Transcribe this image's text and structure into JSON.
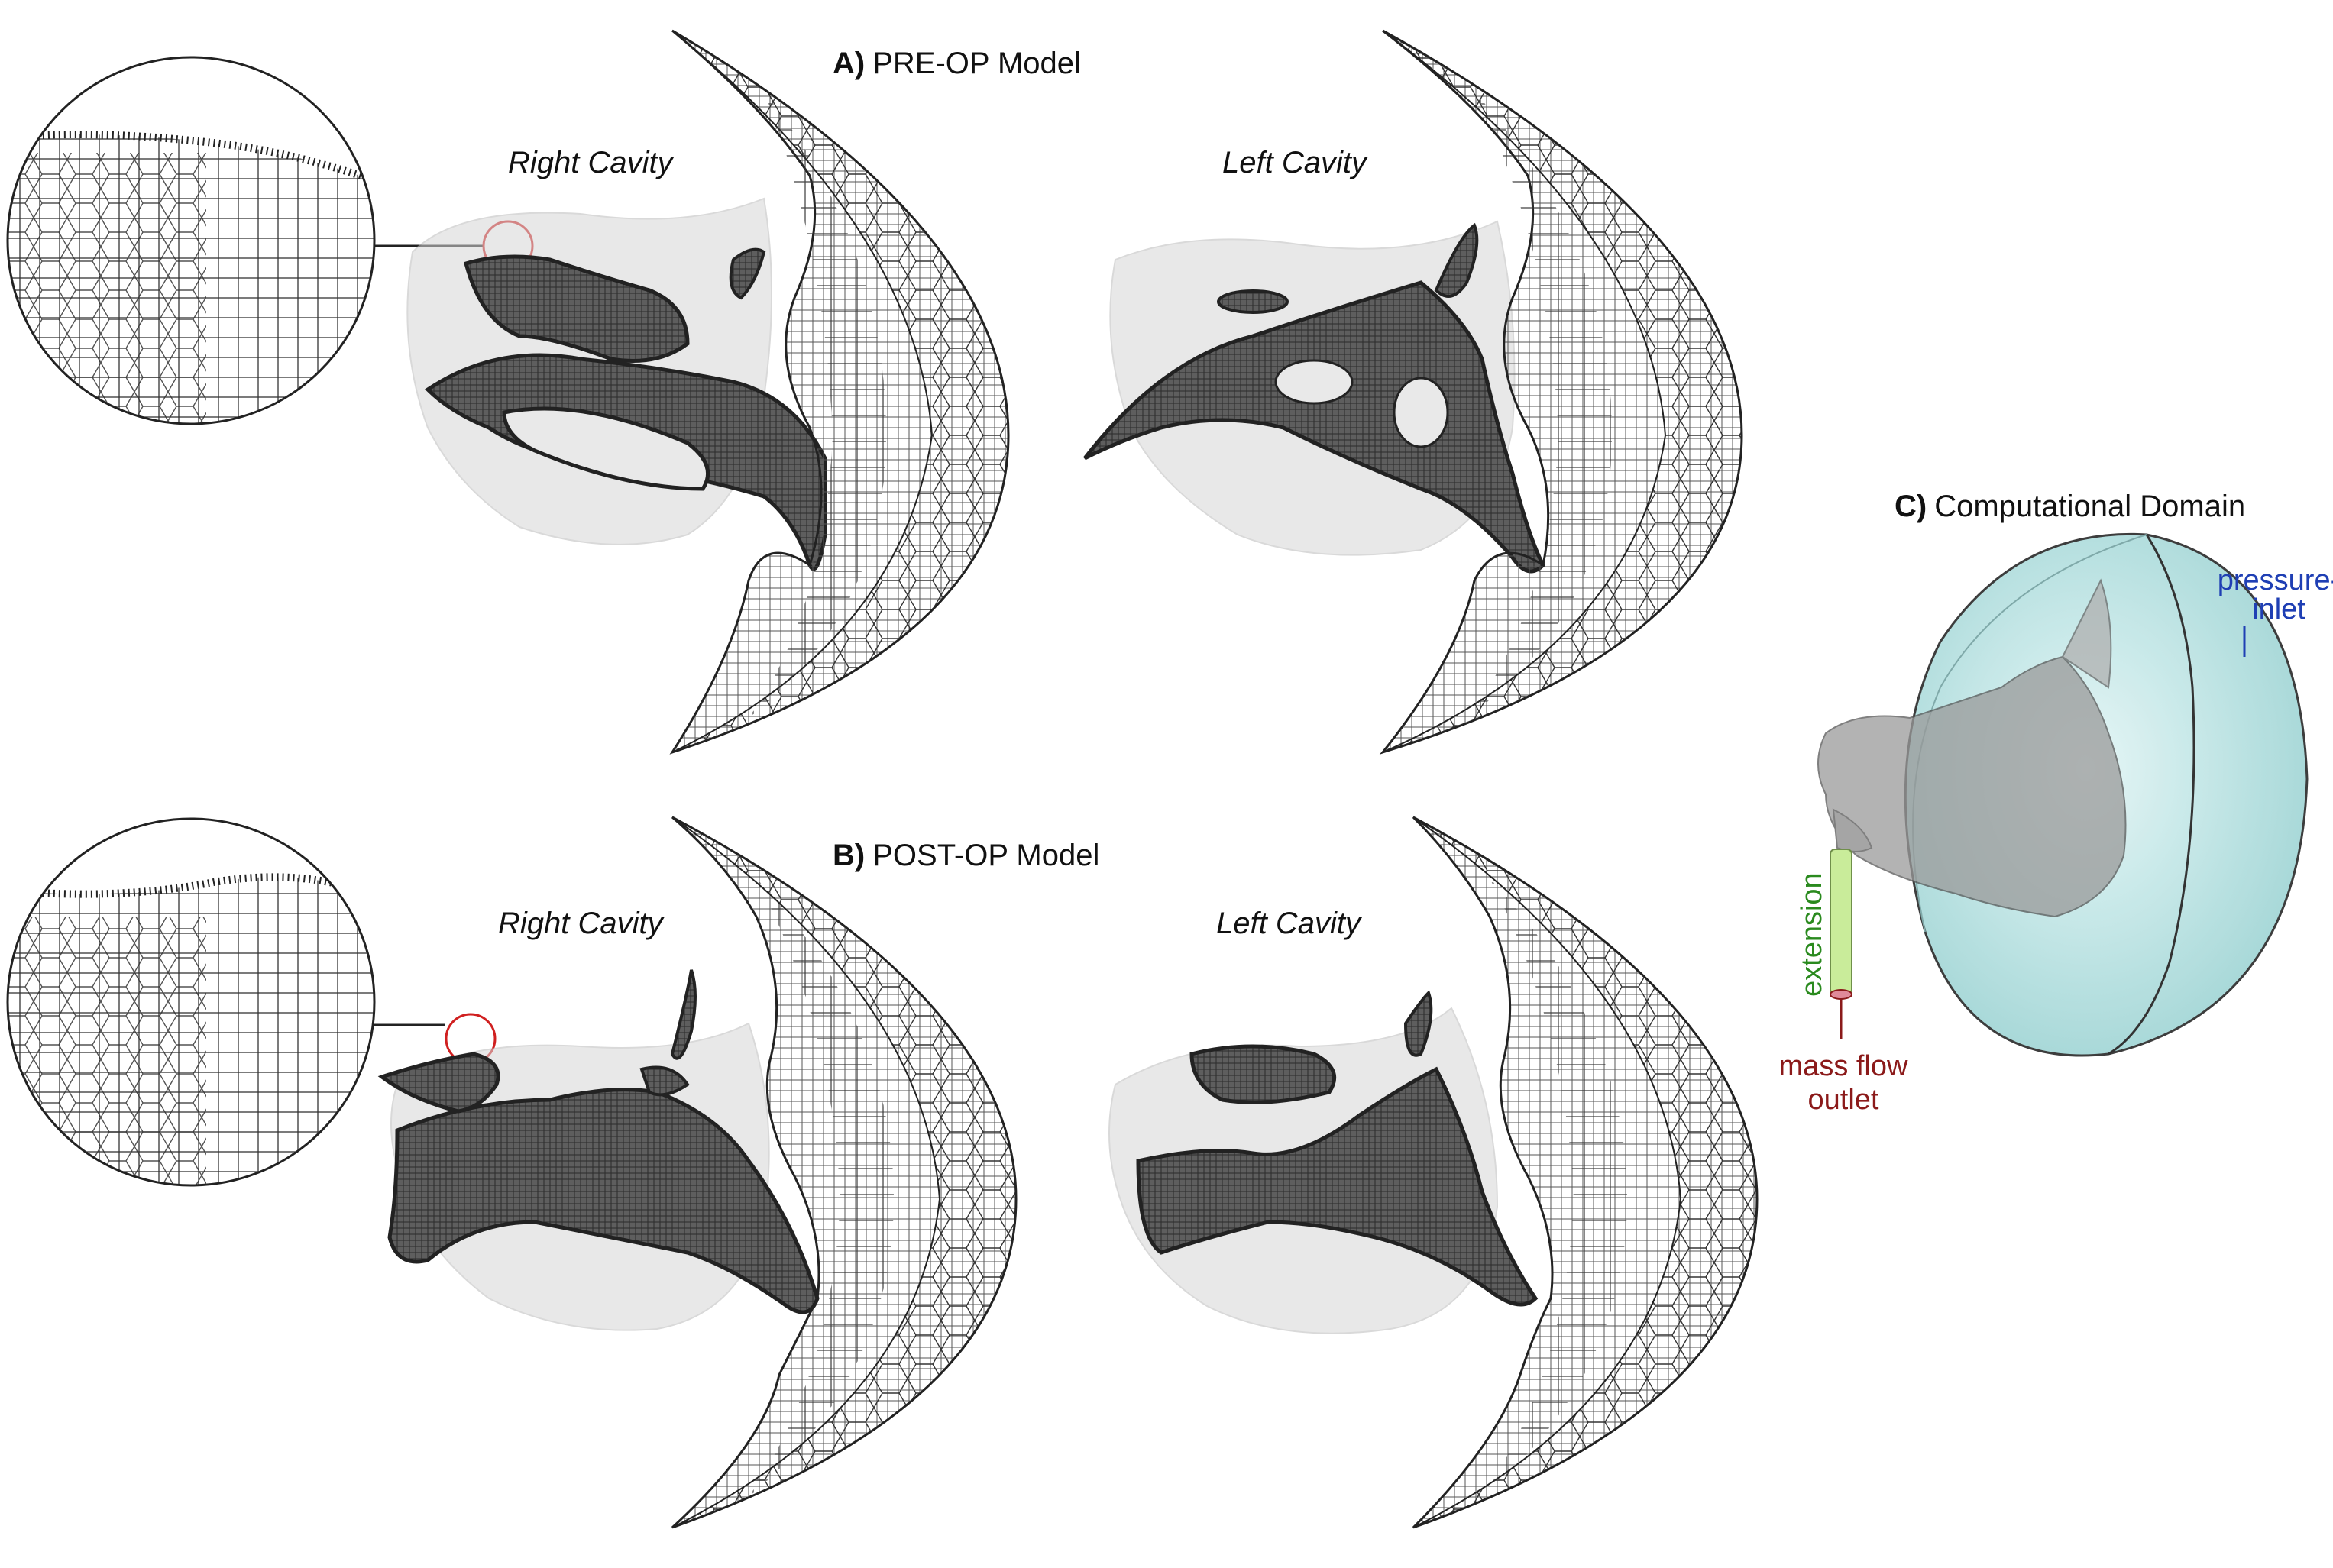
{
  "panel_a": {
    "letter": "A)",
    "title": "PRE-OP Model",
    "right_label": "Right Cavity",
    "left_label": "Left Cavity"
  },
  "panel_b": {
    "letter": "B)",
    "title": "POST-OP Model",
    "right_label": "Right Cavity",
    "left_label": "Left Cavity"
  },
  "panel_c": {
    "letter": "C)",
    "title": "Computational Domain",
    "labels": {
      "pressure_inlet_1": "pressure-",
      "pressure_inlet_2": "inlet",
      "extension": "extension",
      "outlet_1": "mass flow",
      "outlet_2": "outlet"
    }
  },
  "colors": {
    "inlet": "#1f3fb4",
    "extension": "#2a8a1e",
    "outlet": "#8b1a1a",
    "dome": "#bfe6e6",
    "ext_fill": "#c9ec9a",
    "zoom_ring": "#d02020",
    "mesh": "#222222"
  }
}
